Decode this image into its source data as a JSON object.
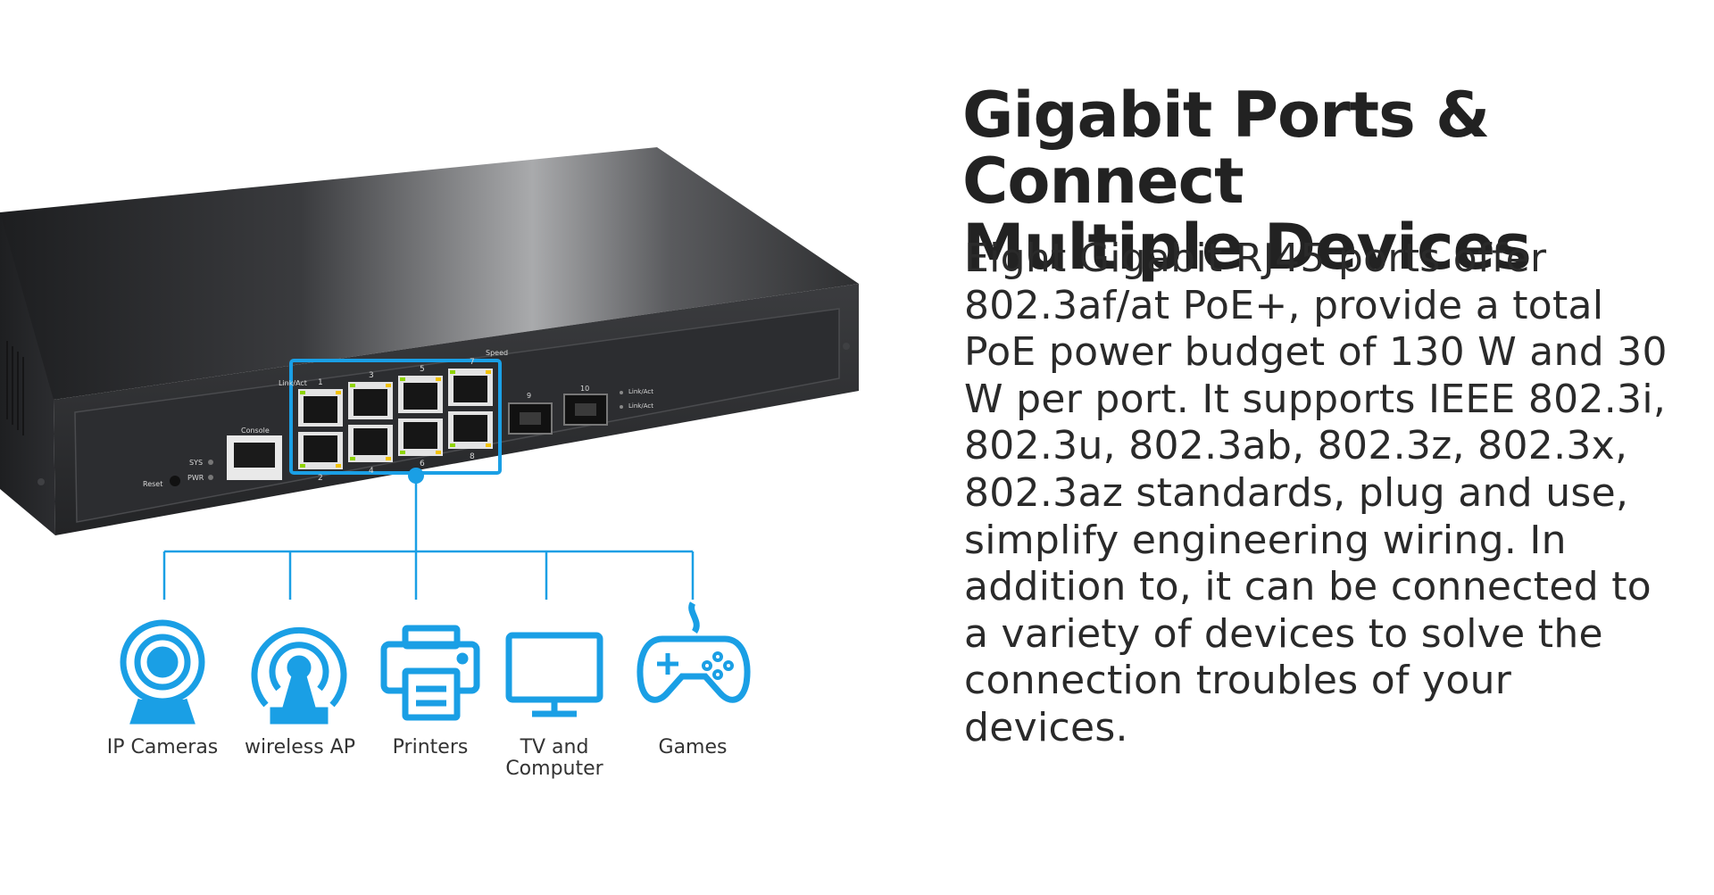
{
  "headline": {
    "line1": "Gigabit Ports & Connect",
    "line2": "Multiple Devices"
  },
  "body_text": "Eight Gigabit RJ45 ports offer 802.3af/at PoE+, provide a total PoE power budget of 130 W and 30 W per port. It supports IEEE 802.3i, 802.3u, 802.3ab, 802.3z, 802.3x, 802.3az standards, plug and use, simplify engineering wiring. In addition to, it can be connected to a variety of devices to solve the connection troubles of your devices.",
  "switch_panel": {
    "reset": "Reset",
    "sys": "SYS",
    "pwr": "PWR",
    "console": "Console",
    "link_act": "Link/Act",
    "speed": "Speed",
    "port_numbers_top": [
      "1",
      "3",
      "5",
      "7"
    ],
    "port_numbers_bottom": [
      "2",
      "4",
      "6",
      "8"
    ],
    "sfp_numbers": [
      "9",
      "10"
    ],
    "sfp_link_labels": [
      "Link/Act",
      "Link/Act"
    ]
  },
  "devices": [
    {
      "label": "IP Cameras",
      "icon": "ip-camera-icon"
    },
    {
      "label": "wireless AP",
      "icon": "wireless-ap-icon"
    },
    {
      "label": "Printers",
      "icon": "printer-icon"
    },
    {
      "label": "TV and\nComputer",
      "icon": "monitor-icon"
    },
    {
      "label": "Games",
      "icon": "gamepad-icon"
    }
  ],
  "colors": {
    "accent_blue": "#1a9fe5",
    "chassis_dark": "#2f3033",
    "text_dark": "#222222",
    "port_led_green": "#8fd400",
    "port_led_yellow": "#f2c200"
  }
}
